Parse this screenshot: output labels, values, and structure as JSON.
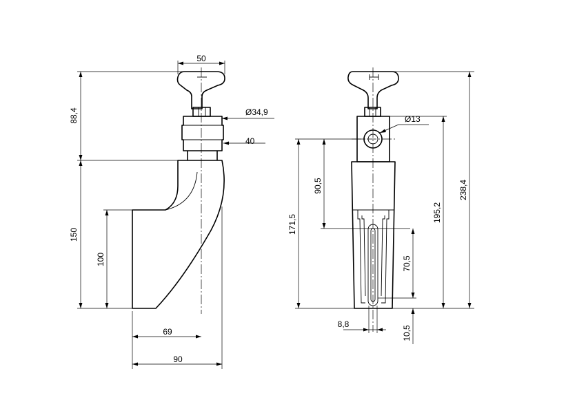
{
  "drawing": {
    "stroke_color": "#000000",
    "background": "#ffffff",
    "side_view": {
      "top_width": "50",
      "total_height": "88,4",
      "neck_diameter": "Ø34,9",
      "collar_height": "40",
      "body_height": "150",
      "foot_height": "100",
      "lower_width": "69",
      "overall_width": "90"
    },
    "front_view": {
      "hole_diameter": "Ø13",
      "upper_height": "90,5",
      "body_height": "171,5",
      "mid_height": "195,2",
      "overall_height": "238,4",
      "slot_length": "70,5",
      "slot_width": "8,8",
      "slot_offset": "10,5"
    }
  }
}
